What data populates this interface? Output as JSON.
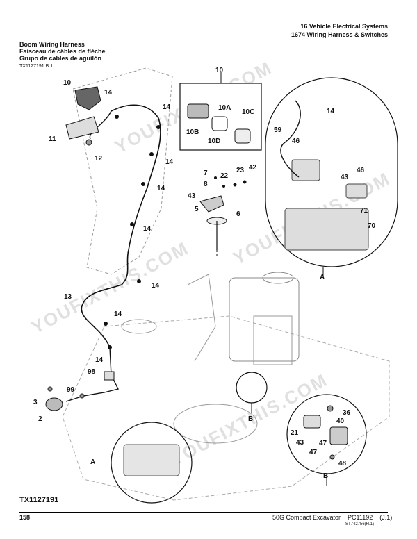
{
  "header": {
    "section": "16 Vehicle Electrical Systems",
    "group": "1674 Wiring Harness & Switches"
  },
  "title": {
    "en": "Boom Wiring Harness",
    "fr": "Faisceau de câbles de flèche",
    "es": "Grupo de cables de aguilón"
  },
  "ref_code": "TX1127191 B.1",
  "figure_id": "TX1127191",
  "callouts": [
    "10",
    "14",
    "11",
    "12",
    "14",
    "14",
    "14",
    "14",
    "14",
    "10A",
    "10C",
    "10B",
    "10D",
    "7",
    "22",
    "23",
    "42",
    "8",
    "43",
    "5",
    "6",
    "14",
    "59",
    "46",
    "46",
    "43",
    "71",
    "70",
    "13",
    "14",
    "14",
    "98",
    "99",
    "3",
    "2",
    "36",
    "40",
    "21",
    "43",
    "47",
    "47",
    "48"
  ],
  "detail_labels": {
    "a_inset": "A",
    "a_ref": "A",
    "b_inset": "B",
    "b_ref": "B"
  },
  "footer": {
    "page": "158",
    "model": "50G Compact Excavator",
    "pc": "PC11192",
    "rev": "(J.1)",
    "small_code": "ST742756(H.1)"
  },
  "watermark": "YOUFIXTHIS.COM"
}
